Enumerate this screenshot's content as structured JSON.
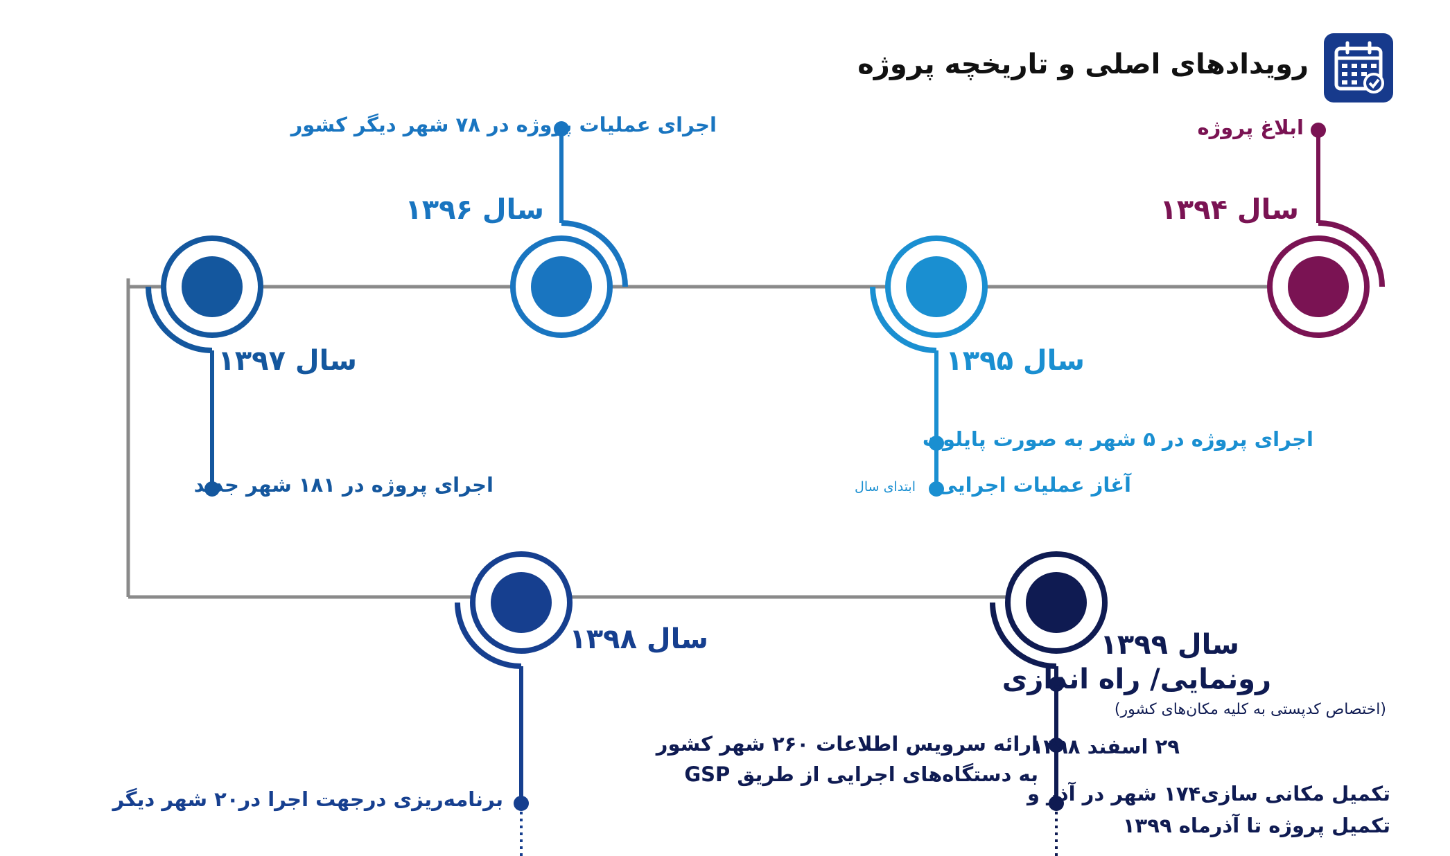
{
  "header": {
    "title": "رویدادهای اصلی و تاریخچه پروژه",
    "icon": "calendar-check-icon"
  },
  "colors": {
    "y1394": "#7a1353",
    "y1395": "#1a8fd1",
    "y1396": "#1975c0",
    "y1397": "#14579e",
    "y1398": "#163f8f",
    "y1399": "#0f1b52",
    "track": "#8a8a8a"
  },
  "timeline": {
    "y1394": {
      "year": "سال ۱۳۹۴",
      "event": "ابلاغ پروژه"
    },
    "y1395": {
      "year": "سال ۱۳۹۵",
      "event1": "اجرای پروژه در ۵ شهر به صورت پایلوت",
      "event2": "آغاز عملیات اجرایی",
      "event2_note": "ابتدای سال"
    },
    "y1396": {
      "year": "سال ۱۳۹۶",
      "event": "اجرای عملیات پروژه در ۷۸ شهر دیگر کشور"
    },
    "y1397": {
      "year": "سال ۱۳۹۷",
      "event": "اجرای پروژه در ۱۸۱ شهر جدید"
    },
    "y1398": {
      "year": "سال ۱۳۹۸",
      "event": "برنامه‌ریزی درجهت اجرا در۲۰ شهر دیگر"
    },
    "y1399": {
      "year": "سال ۱۳۹۹",
      "event1": "رونمایی/ راه اندازی",
      "event1_sub": "(اختصاص کدپستی به کلیه مکان‌های کشور)",
      "event1_date": "۲۹ اسفند ۱۳۹۸",
      "event2_line1": "ارائه سرویس اطلاعات ۲۶۰ شهر کشور",
      "event2_line2": "به دستگاه‌های اجرایی از طریق GSP",
      "event3_line1": "تکمیل مکانی سازی۱۷۴ شهر در آذر و",
      "event3_line2": "تکمیل پروژه تا آذرماه ۱۳۹۹"
    }
  }
}
